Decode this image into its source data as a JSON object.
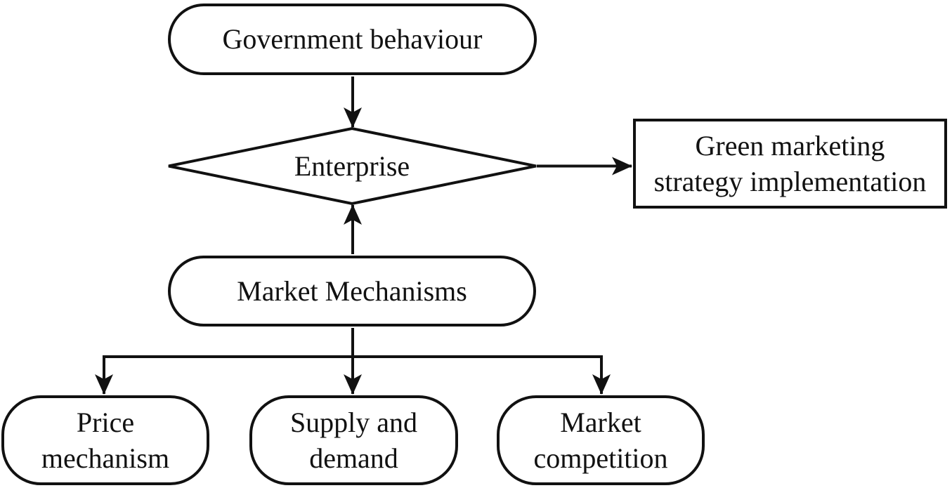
{
  "diagram": {
    "kind": "flowchart",
    "colors": {
      "background": "#ffffff",
      "stroke": "#111111",
      "text": "#111111"
    },
    "nodes": {
      "government": {
        "shape": "stadium",
        "label": "Government behaviour"
      },
      "enterprise": {
        "shape": "diamond",
        "label": "Enterprise"
      },
      "green_marketing": {
        "shape": "rectangle",
        "lines": [
          "Green marketing",
          "strategy implementation"
        ]
      },
      "market_mechanisms": {
        "shape": "stadium",
        "label": "Market Mechanisms"
      },
      "price_mechanism": {
        "shape": "rounded-rectangle",
        "lines": [
          "Price",
          "mechanism"
        ]
      },
      "supply_demand": {
        "shape": "rounded-rectangle",
        "lines": [
          "Supply and",
          "demand"
        ]
      },
      "market_competition": {
        "shape": "rounded-rectangle",
        "lines": [
          "Market",
          "competition"
        ]
      }
    },
    "edges": [
      {
        "from": "government",
        "to": "enterprise",
        "direction": "down",
        "arrow": true
      },
      {
        "from": "enterprise",
        "to": "green_marketing",
        "direction": "right",
        "arrow": true
      },
      {
        "from": "market_mechanisms",
        "to": "enterprise",
        "direction": "up",
        "arrow": true
      },
      {
        "from": "market_mechanisms",
        "to": "price_mechanism",
        "direction": "down",
        "arrow": true
      },
      {
        "from": "market_mechanisms",
        "to": "supply_demand",
        "direction": "down",
        "arrow": true
      },
      {
        "from": "market_mechanisms",
        "to": "market_competition",
        "direction": "down",
        "arrow": true
      }
    ]
  }
}
